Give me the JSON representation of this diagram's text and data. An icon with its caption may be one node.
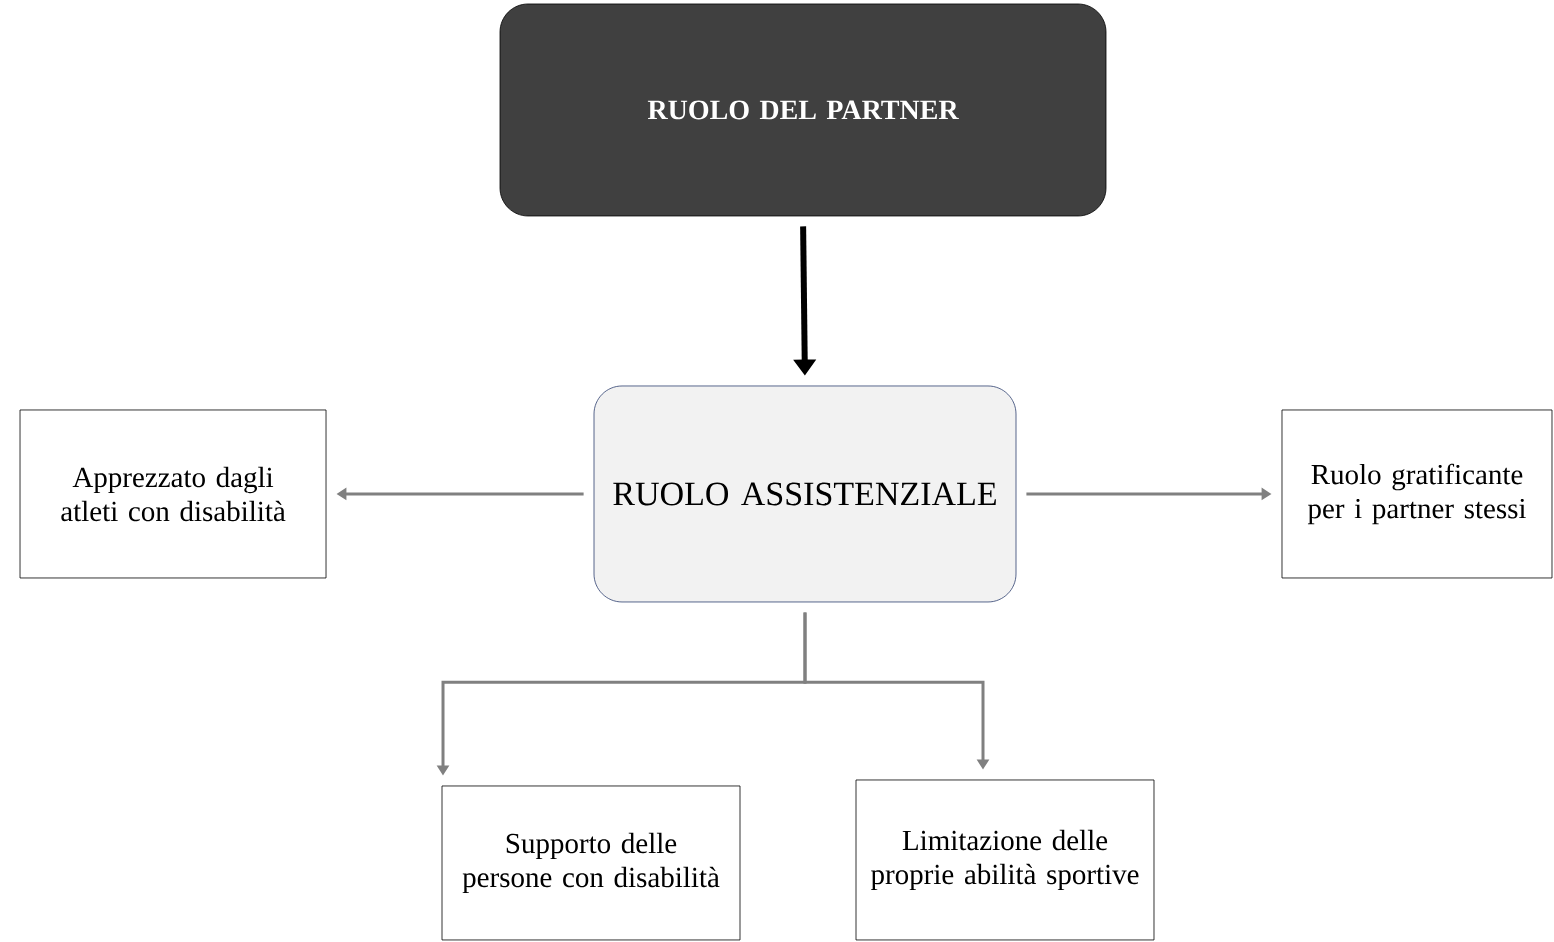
{
  "diagram": {
    "nodes": [
      {
        "text": [
          "RUOLO DEL PARTNER"
        ]
      },
      {
        "text": [
          "RUOLO ASSISTENZIALE"
        ]
      },
      {
        "text": [
          "Apprezzato dagli atleti con disabilità"
        ]
      },
      {
        "text": [
          "Ruolo gratificante per i partner stessi"
        ]
      },
      {
        "text": [
          "Supporto delle persone con disabilità"
        ]
      },
      {
        "text": [
          "Limitazione delle proprie abilità sportive"
        ]
      }
    ],
    "edges": [
      {
        "from": 0,
        "to": 1,
        "arrow": "to",
        "style": "thick",
        "color": "#000000"
      },
      {
        "from": 1,
        "to": 2,
        "arrow": "to"
      },
      {
        "from": 1,
        "to": 3,
        "arrow": "to"
      },
      {
        "from": 1,
        "to": 4,
        "arrow": "to"
      },
      {
        "from": 1,
        "to": 5,
        "arrow": "to"
      }
    ]
  }
}
